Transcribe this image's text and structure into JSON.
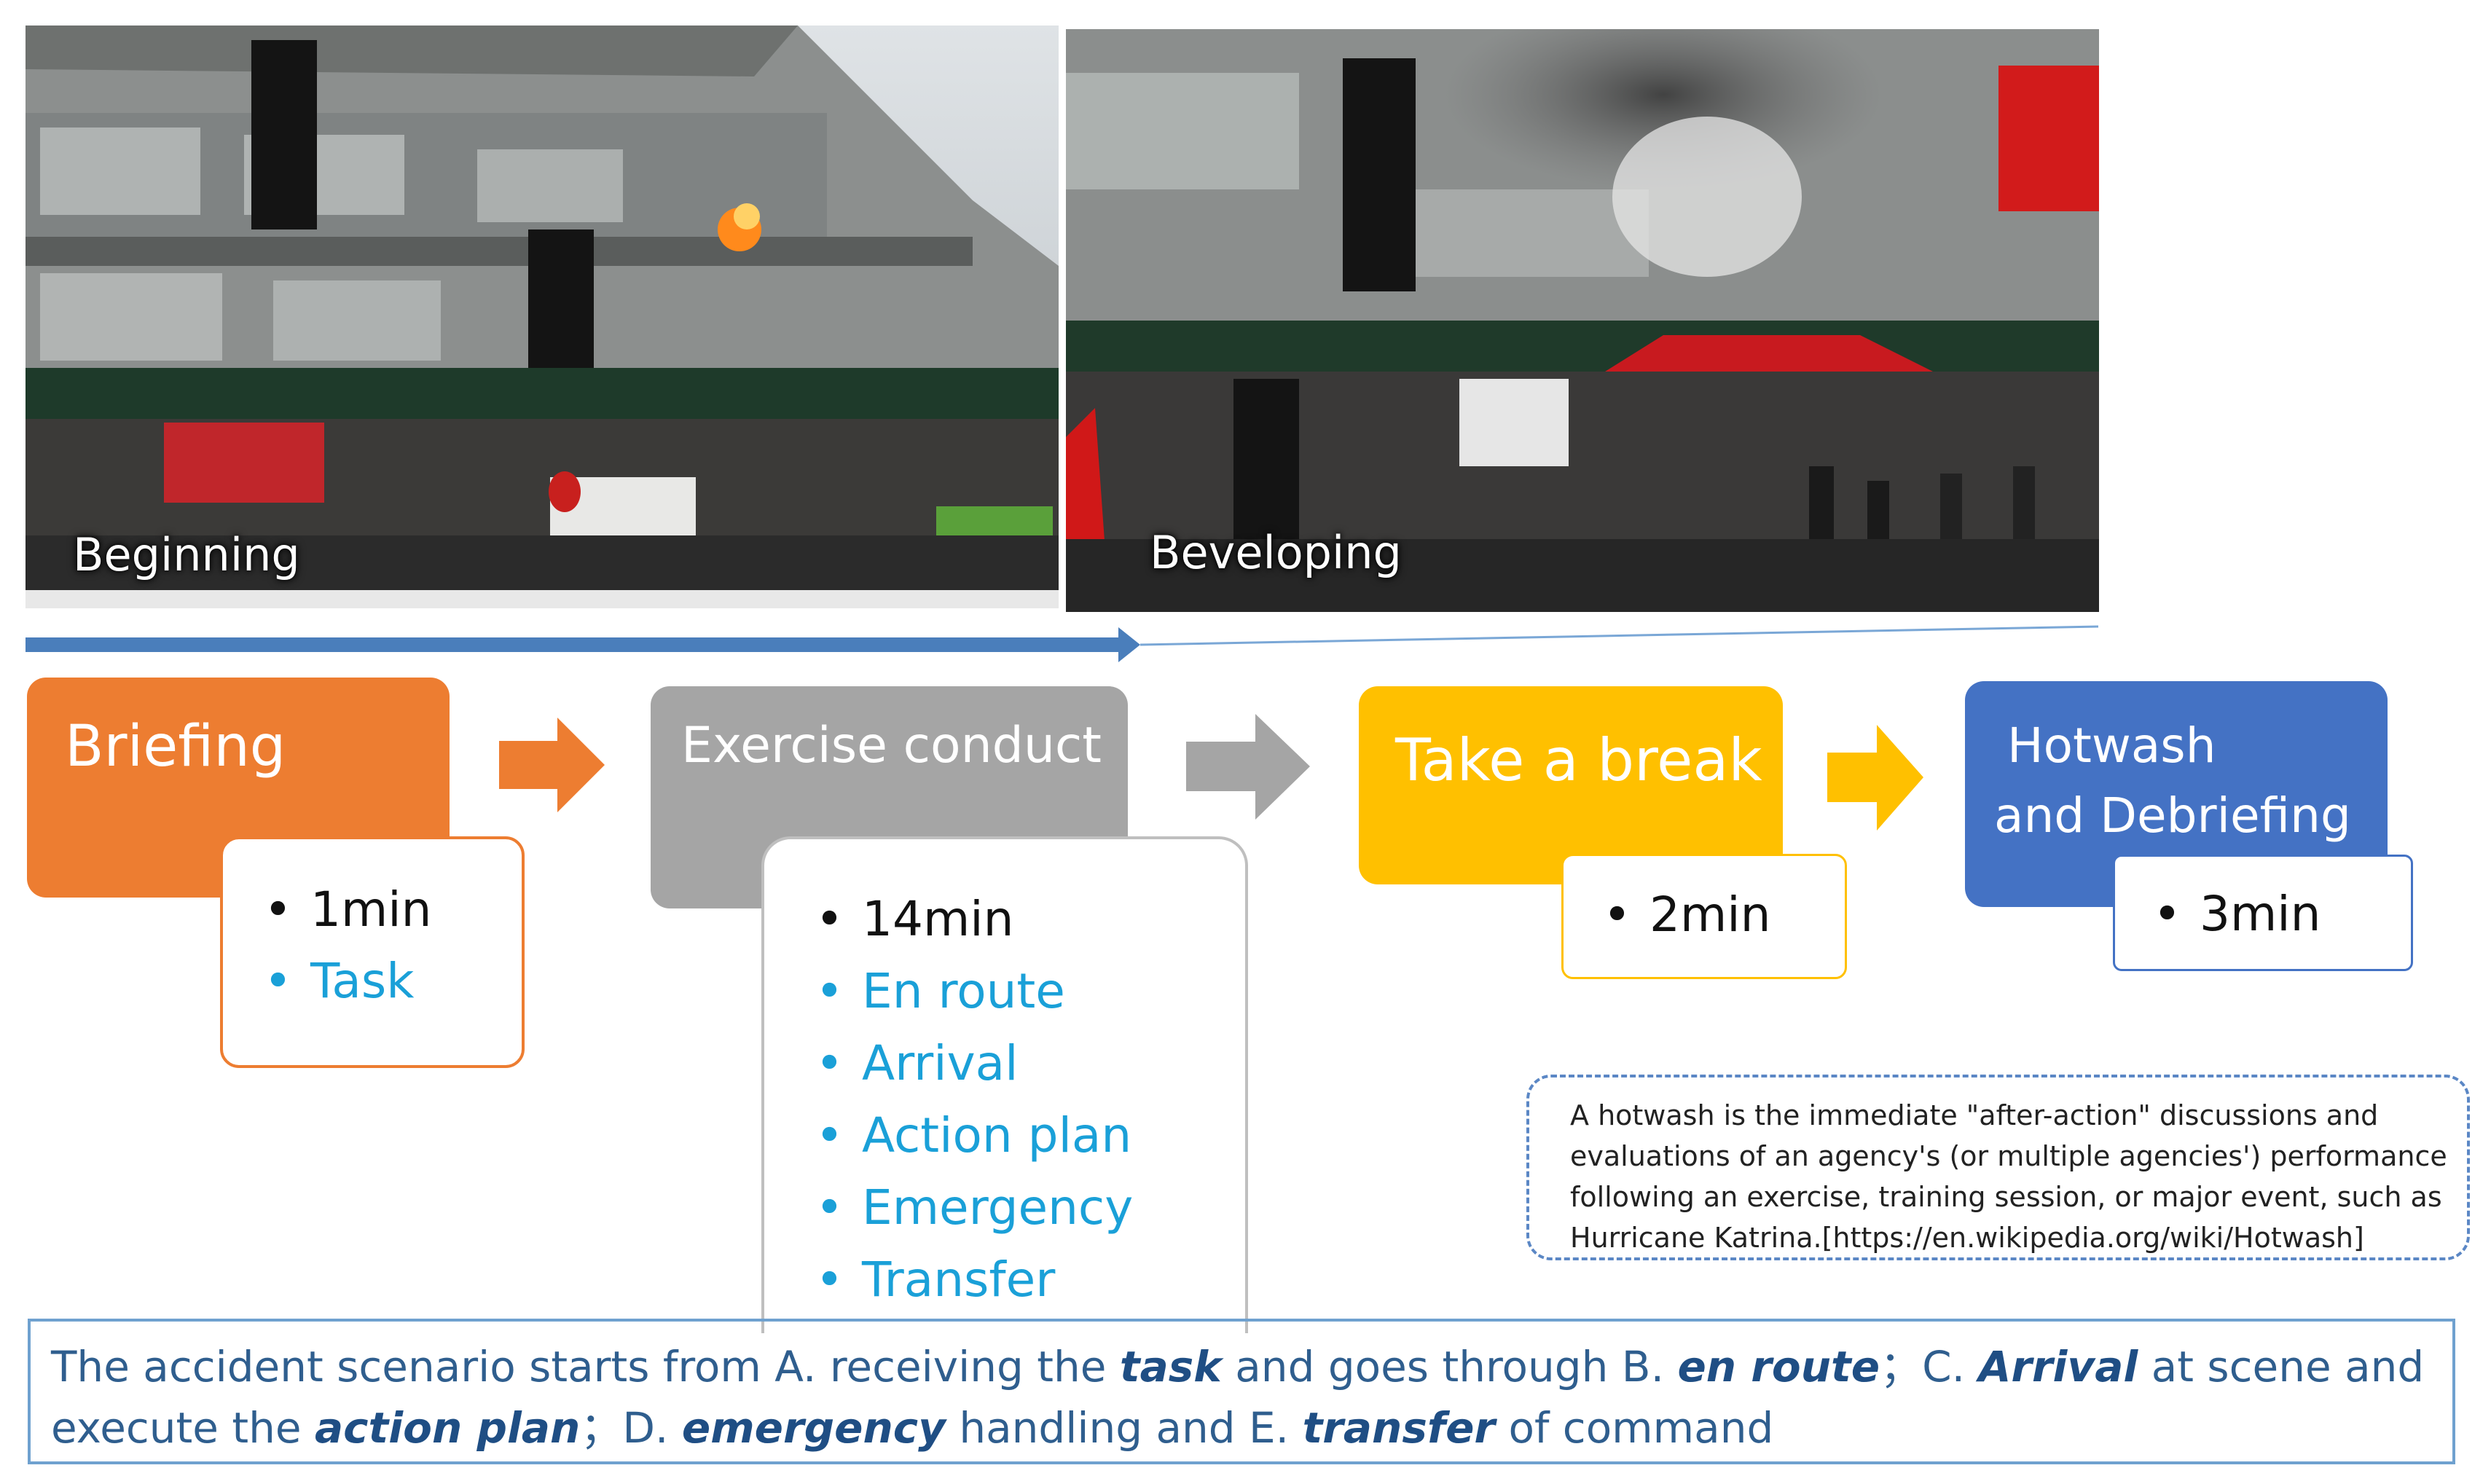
{
  "photos": [
    {
      "caption": "Beginning"
    },
    {
      "caption": "Beveloping"
    }
  ],
  "stages": [
    {
      "title": "Briefing",
      "color": "#ed7d31",
      "items": [
        {
          "text": "1min",
          "style": "dark"
        },
        {
          "text": "Task",
          "style": "blue"
        }
      ]
    },
    {
      "title": "Exercise conduct",
      "color": "#a5a5a5",
      "items": [
        {
          "text": "14min",
          "style": "dark"
        },
        {
          "text": "En route",
          "style": "blue"
        },
        {
          "text": "Arrival",
          "style": "blue"
        },
        {
          "text": "Action plan",
          "style": "blue"
        },
        {
          "text": "Emergency",
          "style": "blue"
        },
        {
          "text": "Transfer",
          "style": "blue"
        }
      ]
    },
    {
      "title": "Take a break",
      "color": "#ffc000",
      "items": [
        {
          "text": "2min",
          "style": "dark"
        }
      ]
    },
    {
      "title_lines": [
        "Hotwash",
        "and Debriefing"
      ],
      "color": "#4472c4",
      "items": [
        {
          "text": "3min",
          "style": "dark"
        }
      ]
    }
  ],
  "colors": {
    "timeline": "#4a7ebb",
    "text_blue": "#1aa0d8"
  },
  "note": {
    "lines": [
      "A hotwash is the immediate \"after-action\" discussions and",
      "evaluations of an agency's (or multiple agencies') performance",
      "following an exercise, training session, or major event, such as",
      "Hurricane Katrina.[https://en.wikipedia.org/wiki/Hotwash]"
    ]
  },
  "summary": {
    "s1": "The accident scenario starts from A. receiving the ",
    "k1": "task",
    "s2": " and goes through B. ",
    "k2": "en route",
    "s3": "；C. ",
    "k3": "Arrival",
    "s4": " at scene and",
    "s5": "execute the ",
    "k4": "action plan",
    "s6": "；D. ",
    "k5": "emergency",
    "s7": " handling and E. ",
    "k6": "transfer",
    "s8": " of command"
  }
}
